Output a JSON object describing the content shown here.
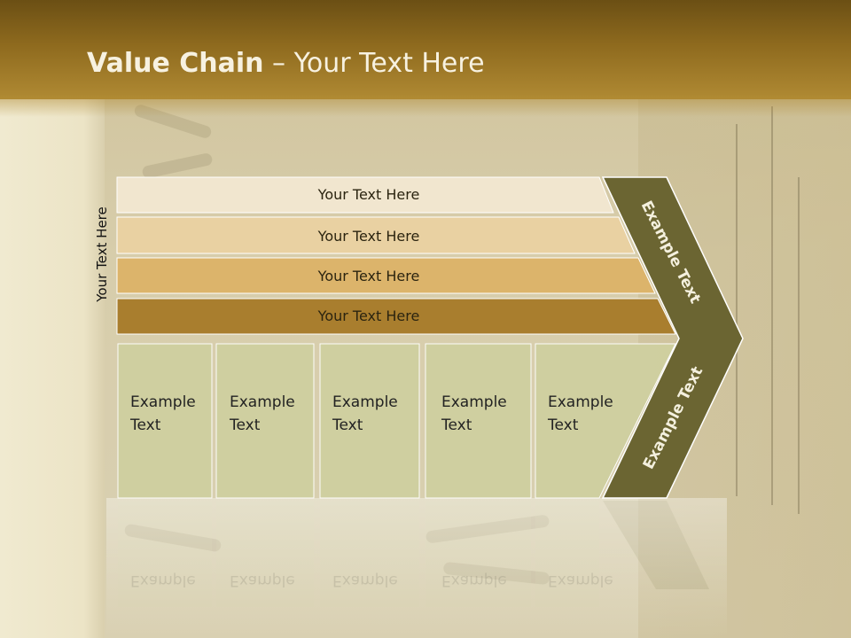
{
  "slide": {
    "title_bold": "Value Chain",
    "title_rest": " – Your Text Here",
    "side_label": "Your Text Here"
  },
  "bars": [
    {
      "label": "Your Text Here",
      "color": "#f1e6cf"
    },
    {
      "label": "Your Text Here",
      "color": "#e9d1a2"
    },
    {
      "label": "Your Text Here",
      "color": "#dcb46b"
    },
    {
      "label": "Your Text Here",
      "color": "#a97e2e"
    }
  ],
  "boxes": [
    {
      "line1": "Example",
      "line2": "Text"
    },
    {
      "line1": "Example",
      "line2": "Text"
    },
    {
      "line1": "Example",
      "line2": "Text"
    },
    {
      "line1": "Example",
      "line2": "Text"
    },
    {
      "line1": "Example",
      "line2": "Text"
    }
  ],
  "arrow": {
    "top_label": "Example Text",
    "bottom_label": "Example Text",
    "color": "#6b6532"
  },
  "colors": {
    "header": "#8e6a1e",
    "box_fill": "#cfd0a0"
  }
}
